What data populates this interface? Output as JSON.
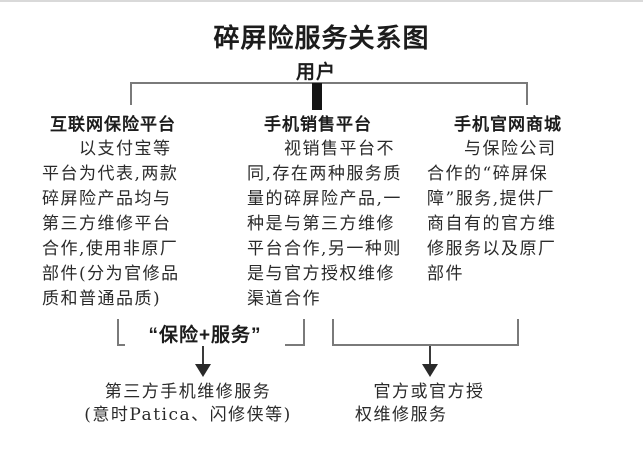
{
  "title": "碎屏险服务关系图",
  "root": {
    "label": "用户"
  },
  "columns": [
    {
      "heading": "互联网保险平台",
      "body": "　　以支付宝等\n平台为代表,两款\n碎屏险产品均与\n第三方维修平台\n合作,使用非原厂\n部件(分为官修品\n质和普通品质)"
    },
    {
      "heading": "手机销售平台",
      "body": "　　视销售平台不\n同,存在两种服务质\n量的碎屏险产品,一\n种是与第三方维修\n平台合作,另一种则\n是与官方授权维修\n渠道合作"
    },
    {
      "heading": "手机官网商城",
      "body": "　　与保险公司\n合作的“碎屏保\n障”服务,提供厂\n商自有的官方维\n修服务以及原厂\n部件"
    }
  ],
  "outcomes": {
    "left": {
      "bracket_label": "“保险+服务”",
      "result": "第三方手机维修服务\n(意时Patica、闪修侠等)"
    },
    "right": {
      "result": "　官方或官方授\n权维修服务"
    }
  },
  "colors": {
    "text": "#1a1a1a",
    "line": "#7a7a7a",
    "trunk_bar": "#141414",
    "background": "#ffffff"
  }
}
